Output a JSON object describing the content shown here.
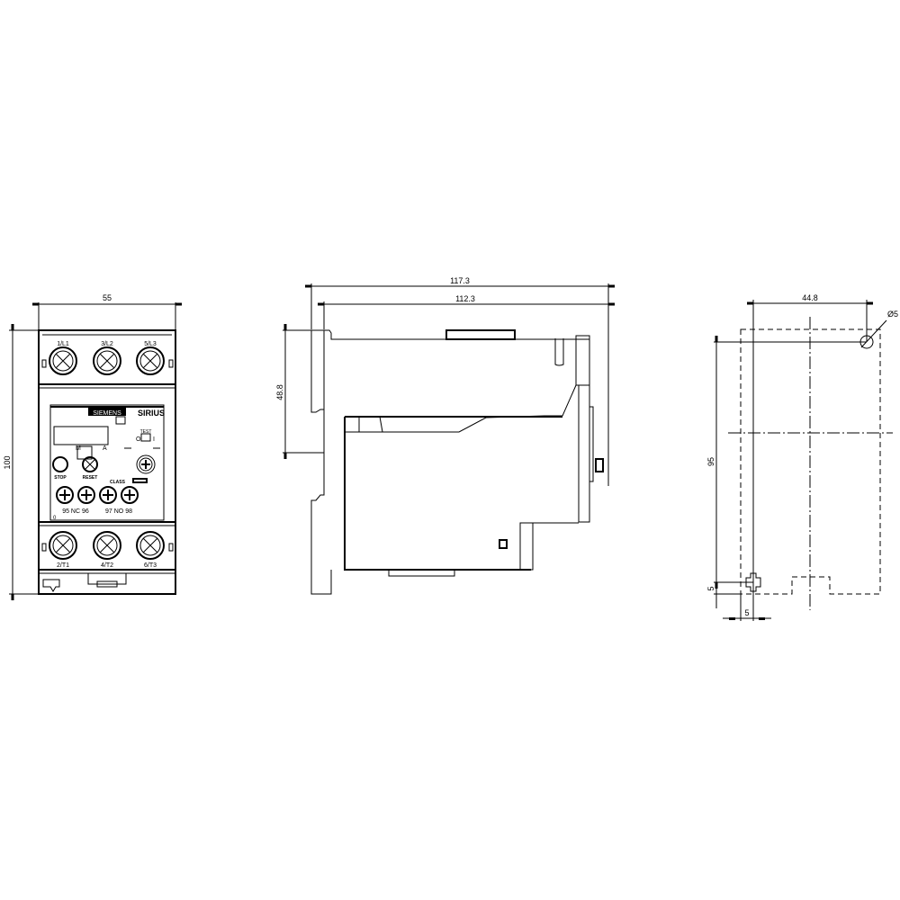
{
  "front_view": {
    "width_dim": "55",
    "height_dim": "100",
    "top_terminals": [
      "1/L1",
      "3/L2",
      "5/L3"
    ],
    "bottom_terminals": [
      "2/T1",
      "4/T2",
      "6/T3"
    ],
    "brand": "SIEMENS",
    "product": "SIRIUS",
    "stop_label": "STOP",
    "reset_label": "RESET",
    "class_label": "CLASS",
    "nc_contacts": "95 NC 96",
    "no_contacts": "97 NO 98",
    "test_label": "TEST",
    "mode_o": "O",
    "mode_i": "I",
    "dial_m": "M",
    "dial_a": "A",
    "corner_mark": "0"
  },
  "side_view": {
    "depth_total_dim": "117.3",
    "depth_body_dim": "112.3",
    "rail_height_dim": "48.8"
  },
  "mounting_view": {
    "hole_spacing_h_dim": "44.8",
    "hole_spacing_v_dim": "95",
    "hole_diameter_dim": "Ø5",
    "offset_v_dim": "5",
    "offset_h_dim": "5"
  }
}
